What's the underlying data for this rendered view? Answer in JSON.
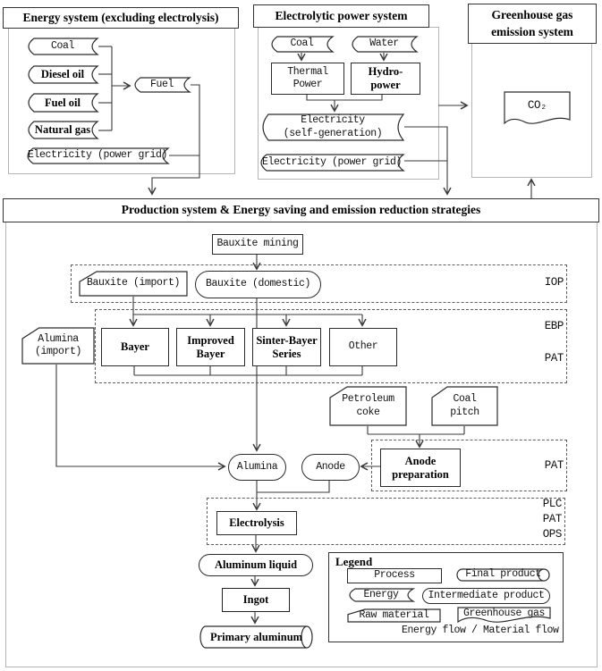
{
  "energy_system": {
    "title": "Energy system (excluding electrolysis)",
    "coal": "Coal",
    "diesel_oil": "Diesel oil",
    "fuel_oil": "Fuel oil",
    "natural_gas": "Natural gas",
    "electricity_grid": "Electricity (power grid)",
    "fuel": "Fuel"
  },
  "electrolytic_system": {
    "title": "Electrolytic power system",
    "coal": "Coal",
    "water": "Water",
    "thermal_power": "Thermal\nPower",
    "hydro_power": "Hydro-\npower",
    "electricity_self": "Electricity\n(self-generation)",
    "electricity_grid": "Electricity (power grid)"
  },
  "greenhouse_system": {
    "title": "Greenhouse gas\nemission system",
    "co2": "CO₂"
  },
  "production_system": {
    "title": "Production system & Energy saving and emission reduction strategies",
    "bauxite_mining": "Bauxite mining",
    "bauxite_import": "Bauxite (import)",
    "bauxite_domestic": "Bauxite (domestic)",
    "alumina_import": "Alumina\n(import)",
    "bayer": "Bayer",
    "improved_bayer": "Improved\nBayer",
    "sinter_bayer": "Sinter-Bayer\nSeries",
    "other": "Other",
    "petroleum_coke": "Petroleum\ncoke",
    "coal_pitch": "Coal\npitch",
    "anode_preparation": "Anode\npreparation",
    "alumina": "Alumina",
    "anode": "Anode",
    "electrolysis": "Electrolysis",
    "aluminum_liquid": "Aluminum liquid",
    "ingot": "Ingot",
    "primary_aluminum": "Primary aluminum",
    "strategy_labels": {
      "iop": "IOP",
      "ebp": "EBP",
      "pat_ebp": "PAT",
      "pat_anode": "PAT",
      "plc": "PLC",
      "pat_elec": "PAT",
      "ops": "OPS"
    }
  },
  "legend": {
    "title": "Legend",
    "process": "Process",
    "final_product": "Final product",
    "energy": "Energy",
    "intermediate_product": "Intermediate product",
    "raw_material": "Raw material",
    "greenhouse_gas": "Greenhouse gas",
    "flow": "Energy flow / Material flow"
  },
  "colors": {
    "stroke": "#2b2b2b",
    "wire": "#3a3a3a",
    "container_border": "#b5b5b5"
  }
}
